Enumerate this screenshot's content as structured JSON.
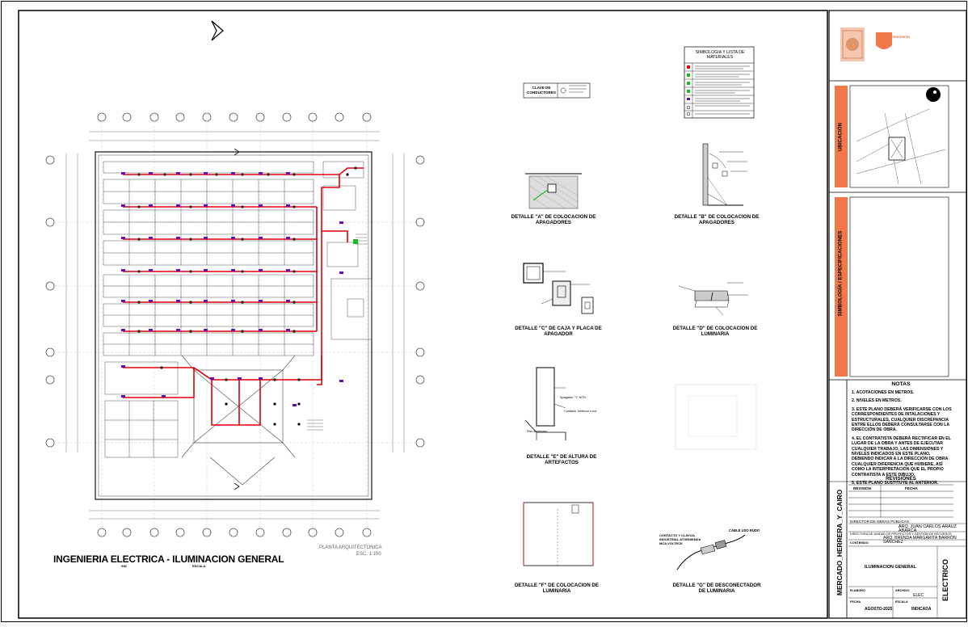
{
  "drawing": {
    "main_title": "INGENIERIA ELECTRICA - ILUMINACION GENERAL",
    "sub_label_left": "SIN",
    "sub_label_right": "ESCALA",
    "plan_label": "PLANTA ARQUITECTONICA",
    "plan_scale": "ESC. 1:100"
  },
  "legend": {
    "conductores_title": "CLAVE DE CONDUCTORES",
    "simbologia_title": "SIMBOLOGIA Y LISTA DE MATERIALES"
  },
  "details": [
    {
      "id": "A",
      "title": "DETALLE \"A\" DE COLOCACION DE APAGADORES"
    },
    {
      "id": "B",
      "title": "DETALLE \"B\" DE COLOCACION DE APAGADORES"
    },
    {
      "id": "C",
      "title": "DETALLE \"C\" DE CAJA Y PLACA DE APAGADOR"
    },
    {
      "id": "D",
      "title": "DETALLE \"D\" DE COLOCACION DE LUMINARIA"
    },
    {
      "id": "E",
      "title": "DETALLE \"E\" DE ALTURA DE ARTEFACTOS"
    },
    {
      "id": "F",
      "title": "DETALLE \"F\" DE COLOCACION DE LUMINARIA"
    },
    {
      "id": "G",
      "title": "DETALLE \"G\" DE DESCONECTADOR DE LUMINARIA"
    }
  ],
  "detail_annotations": {
    "cable": "CABLE USO RUDO",
    "contacto": "CONTACTO Y CLAVIJA INDUSTRIAL ATORNIENDA MCA VOLTECK",
    "detalle_e_1": "Apagador \"Y\" MTS.",
    "detalle_e_2": "Contacto, teléfono o ext.",
    "detalle_e_3": "Piso terminado"
  },
  "sidebar": {
    "ubicacion": "UBICACIÓN",
    "simbologia": "SIMBOLOGÍA / ESPECIFICACIONES",
    "logo_right": "H. Ayuntamiento"
  },
  "notes": {
    "title": "NOTAS",
    "items": [
      "1. ACOTACIONES EN METROS.",
      "2. NIVELES EN METROS.",
      "3. ESTE PLANO DEBERÁ VERIFICARSE CON LOS CORRESPONDIENTES DE INTALACIONES Y ESTRUCTURALES, CUALQUIER DISCREPANCIA ENTRE ELLOS DEBERÁ CONSULTARSE CON LA DIRECCIÓN DE OBRA.",
      "4. EL CONTRATISTA DEBERÁ RECTIFICAR EN EL LUGAR DE LA OBRA Y ANTES DE EJECUTAR CUALQUIER TRABAJO, LAS DIMENSIONES Y NIVELES INDICADOS EN ESTE PLANO, DEBIENDO INDICAR A LA DIRECCIÓN DE OBRA CUALQUIER DIFERENCIA QUE HUBIERE, ASÍ COMO LA INTERPRETACIÓN QUE EL PROPIO CONTRATISTA A ESTE DIBUJO.",
      "5. ESTE PLANO SUSTITUYE AL ANTERIOR."
    ]
  },
  "revisions": {
    "title": "REVISIONES",
    "col_revision": "REVISIÓN",
    "col_fecha": "FECHA"
  },
  "title_block": {
    "project_vertical": "MERCADO_HERRERA_Y_CAIRO",
    "director_label": "DIRECTOR DE OBRAS PÚBLICAS",
    "director_name": "ARQ. JUAN CARLOS ARAUZ ABARCA",
    "director2_label": "DIRECTORA DE UNIDAD DE PROYECTOS Y GESTIÓN DE RECURSOS",
    "director2_name": "ARQ. BRENDA MARGARITA BARRÓN SÁNCHEZ",
    "contenido_label": "CONTENIDO",
    "contenido_value": "ILUMINACION GENERAL",
    "discipline": "ELECTRICO",
    "elaboro_label": "ELABORÓ",
    "archivo_label": "ARCHIVO",
    "archivo_value": "ELEC",
    "fecha_label": "FECHA",
    "fecha_value": "AGOSTO-2025",
    "escala_label": "ESCALA",
    "escala_value": "INDICADA"
  },
  "colors": {
    "circuit": "#e0000a",
    "fixture": "#6a0dad",
    "accent_orange": "#f0784a",
    "grid": "#555555",
    "green": "#1db81d"
  }
}
